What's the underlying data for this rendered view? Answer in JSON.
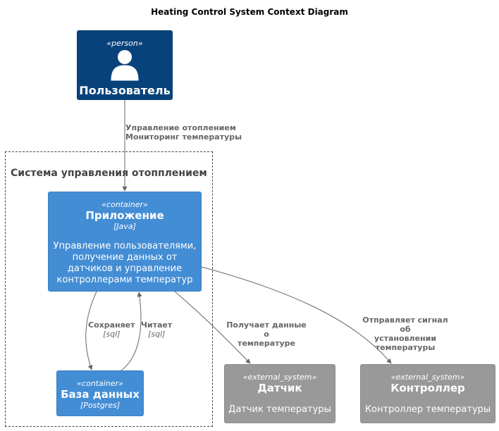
{
  "diagram": {
    "title": "Heating Control System Context Diagram",
    "person": {
      "stereotype": "«person»",
      "name": "Пользователь"
    },
    "boundary": {
      "label": "Система управления отопплением"
    },
    "app": {
      "stereotype": "«container»",
      "name": "Приложение",
      "tech": "[Java]",
      "description_lines": [
        "Управление пользователями,",
        "получение данных от",
        "датчиков и управление",
        "контроллерами температур"
      ]
    },
    "db": {
      "stereotype": "«container»",
      "name": "База данных",
      "tech": "[Postgres]"
    },
    "sensor": {
      "stereotype": "«external_system»",
      "name": "Датчик",
      "description": "Датчик температуры"
    },
    "controller": {
      "stereotype": "«external_system»",
      "name": "Контроллер",
      "description": "Контроллер температуры"
    },
    "relations": {
      "user_app": {
        "line1": "Управление отоплением",
        "line2": "Мониторинг температуры"
      },
      "app_db": {
        "label": "Сохраняет",
        "tech": "[sql]"
      },
      "db_app": {
        "label": "Читает",
        "tech": "[sql]"
      },
      "app_sensor": {
        "line1": "Получает данные о",
        "line2": "температуре"
      },
      "app_ctrl": {
        "line1": "Отправляет сигнал об",
        "line2": "установлении",
        "line3": "температуры"
      }
    },
    "colors": {
      "person": "#08427B",
      "container": "#438DD5",
      "external": "#999999",
      "edge": "#666666"
    }
  }
}
